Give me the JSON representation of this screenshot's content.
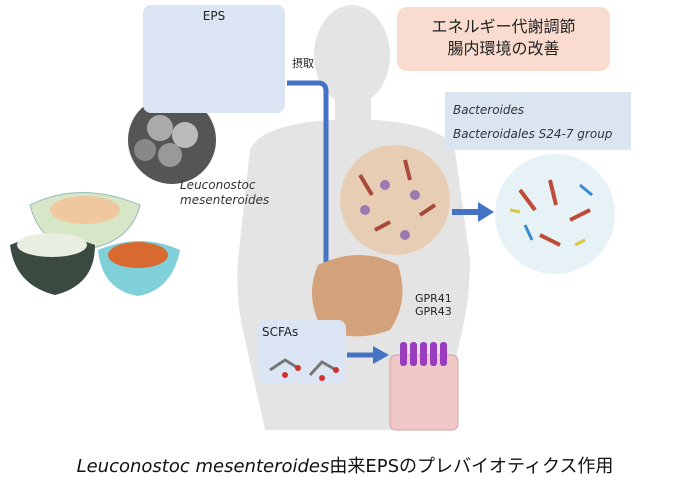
{
  "eps_label": "EPS",
  "intake_label": "摂取",
  "effects": {
    "line1": "エネルギー代謝調節",
    "line2": "腸内環境の改善"
  },
  "bacteria": {
    "item1": "Bacteroides",
    "item2": "Bacteroidales S24-7 group"
  },
  "organism": {
    "line1": "Leuconostoc",
    "line2": "mesenteroides"
  },
  "scfa_label": "SCFAs",
  "receptors": {
    "r1": "GPR41",
    "r2": "GPR43"
  },
  "caption": {
    "species": "Leuconostoc mesenteroides",
    "rest": "由来EPSのプレバイオティクス作用"
  },
  "colors": {
    "arrow": "#4472c4",
    "eps_box": "#dbe5f3",
    "effect_box": "#f9dccf"
  }
}
